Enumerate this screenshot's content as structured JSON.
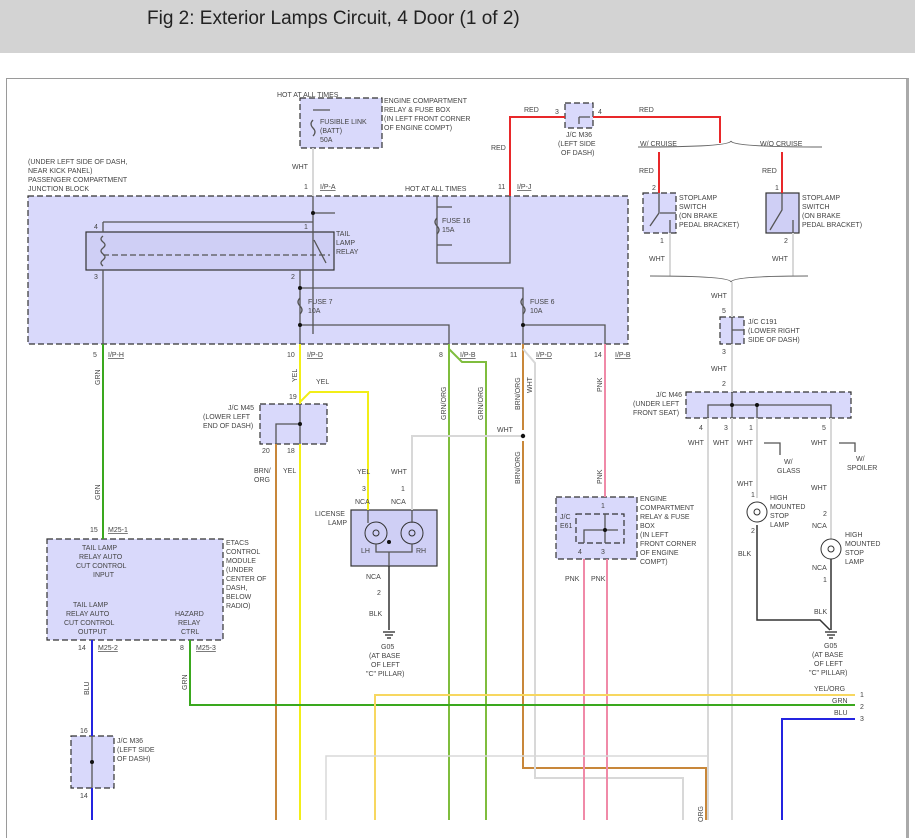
{
  "header": {
    "title": "Fig 2: Exterior Lamps Circuit, 4 Door (1 of 2)"
  },
  "diagram": {
    "fusible_link": {
      "hot_label": "HOT AT ALL TIMES",
      "name": "FUSIBLE LINK",
      "sub": "(BATT)",
      "rating": "50A",
      "location": [
        "ENGINE COMPARTMENT",
        "RELAY & FUSE BOX",
        "(IN LEFT FRONT CORNER",
        "OF ENGINE COMPT)"
      ]
    },
    "jc_m36_top": {
      "name": "J/C M36",
      "location": [
        "(LEFT SIDE",
        "OF DASH)"
      ],
      "pin_in": "3",
      "pin_out": "4"
    },
    "junction_block": {
      "location": [
        "(UNDER LEFT SIDE OF DASH,",
        "NEAR KICK PANEL)",
        "PASSENGER COMPARTMENT",
        "JUNCTION BLOCK"
      ],
      "hot_label": "HOT AT ALL TIMES",
      "relay_label": [
        "TAIL",
        "LAMP",
        "RELAY"
      ],
      "fuse16": [
        "FUSE 16",
        "15A"
      ],
      "fuse7": [
        "FUSE 7",
        "10A"
      ],
      "fuse6": [
        "FUSE 6",
        "10A"
      ],
      "relay_pins": {
        "p4": "4",
        "p1": "1",
        "p3": "3",
        "p2": "2"
      },
      "top_pins": [
        {
          "pin": "1",
          "conn": "I/P-A"
        },
        {
          "pin": "11",
          "conn": "I/P-J"
        }
      ],
      "bottom_pins": [
        {
          "pin": "5",
          "conn": "I/P-H"
        },
        {
          "pin": "10",
          "conn": "I/P-D"
        },
        {
          "pin": "8",
          "conn": "I/P-B"
        },
        {
          "pin": "11",
          "conn": "I/P-D"
        },
        {
          "pin": "14",
          "conn": "I/P-B"
        }
      ]
    },
    "cruise": {
      "with": "W/ CRUISE",
      "without": "W/O CRUISE"
    },
    "stoplamp_switch_1": {
      "label": [
        "STOPLAMP",
        "SWITCH",
        "(ON BRAKE",
        "PEDAL BRACKET)"
      ],
      "pin_in": "2",
      "pin_out": "1"
    },
    "stoplamp_switch_2": {
      "label": [
        "STOPLAMP",
        "SWITCH",
        "(ON BRAKE",
        "PEDAL BRACKET)"
      ],
      "pin_in": "1",
      "pin_out": "2"
    },
    "jc_c191": {
      "name": "J/C C191",
      "location": [
        "(LOWER RIGHT",
        "SIDE OF DASH)"
      ],
      "pin_in": "5",
      "pin_out": "3"
    },
    "jc_m46": {
      "name": "J/C M46",
      "location": [
        "(UNDER LEFT",
        "FRONT SEAT)"
      ],
      "pin_in": "2",
      "pins_out": [
        "4",
        "3",
        "1",
        "5"
      ]
    },
    "jc_m45": {
      "name": "J/C M45",
      "location": [
        "(LOWER LEFT",
        "END OF DASH)"
      ],
      "pin_in": "19",
      "pin_out_a": "20",
      "pin_out_b": "18"
    },
    "license_lamp": {
      "label": [
        "LICENSE",
        "LAMP"
      ],
      "lh": "LH",
      "rh": "RH",
      "nca": "NCA",
      "pin_l": "3",
      "pin_r": "1",
      "pin_g": "2"
    },
    "jc_e61": {
      "name": [
        "J/C",
        "E61"
      ],
      "location": [
        "ENGINE",
        "COMPARTMENT",
        "RELAY & FUSE",
        "BOX",
        "(IN LEFT",
        "FRONT CORNER",
        "OF ENGINE",
        "COMPT)"
      ],
      "pin_in": "1",
      "pin_a": "4",
      "pin_b": "3"
    },
    "etacs": {
      "location": [
        "ETACS",
        "CONTROL",
        "MODULE",
        "(UNDER",
        "CENTER OF",
        "DASH,",
        "BELOW",
        "RADIO)"
      ],
      "input": [
        "TAIL LAMP",
        "RELAY AUTO",
        "CUT CONTROL",
        "INPUT"
      ],
      "output": [
        "TAIL LAMP",
        "RELAY AUTO",
        "CUT CONTROL",
        "OUTPUT"
      ],
      "hazard": [
        "HAZARD",
        "RELAY",
        "CTRL"
      ],
      "pins": [
        {
          "pin": "15",
          "conn": "M25-1"
        },
        {
          "pin": "14",
          "conn": "M25-2"
        },
        {
          "pin": "8",
          "conn": "M25-3"
        }
      ]
    },
    "jc_m36_bottom": {
      "name": "J/C M36",
      "location": [
        "(LEFT SIDE",
        "OF DASH)"
      ],
      "pin_in": "16",
      "pin_out": "14"
    },
    "hmsl_1": {
      "label": [
        "HIGH",
        "MOUNTED",
        "STOP",
        "LAMP"
      ],
      "pin_in": "1",
      "pin_out": "2",
      "variant": [
        "W/",
        "GLASS"
      ]
    },
    "hmsl_2": {
      "label": [
        "HIGH",
        "MOUNTED",
        "STOP",
        "LAMP"
      ],
      "pin_in": "2",
      "pin_out": "1",
      "nca": "NCA",
      "variant": [
        "W/",
        "SPOILER"
      ]
    },
    "ground_g05": {
      "name": "G05",
      "location": [
        "(AT BASE",
        "OF LEFT",
        "\"C\" PILLAR)"
      ]
    },
    "continuation": [
      {
        "color": "YEL/ORG",
        "num": "1"
      },
      {
        "color": "GRN",
        "num": "2"
      },
      {
        "color": "BLU",
        "num": "3"
      }
    ],
    "wire_colors": {
      "red": "RED",
      "wht": "WHT",
      "grn": "GRN",
      "yel": "YEL",
      "grnorg": "GRN/ORG",
      "brnorg": "BRN/ORG",
      "brnorg_split": [
        "BRN/",
        "ORG"
      ],
      "pnk": "PNK",
      "blu": "BLU",
      "blk": "BLK",
      "orgpart": "ORG"
    },
    "palette": {
      "box_fill": "#d9d9fb",
      "red": "#e8282a",
      "green": "#3aa81e",
      "yellow": "#f2ee18",
      "blue": "#2424e0",
      "pink": "#f08aa8",
      "brown_orange": "#c8873a",
      "white_wire": "#d8d8d8"
    }
  }
}
